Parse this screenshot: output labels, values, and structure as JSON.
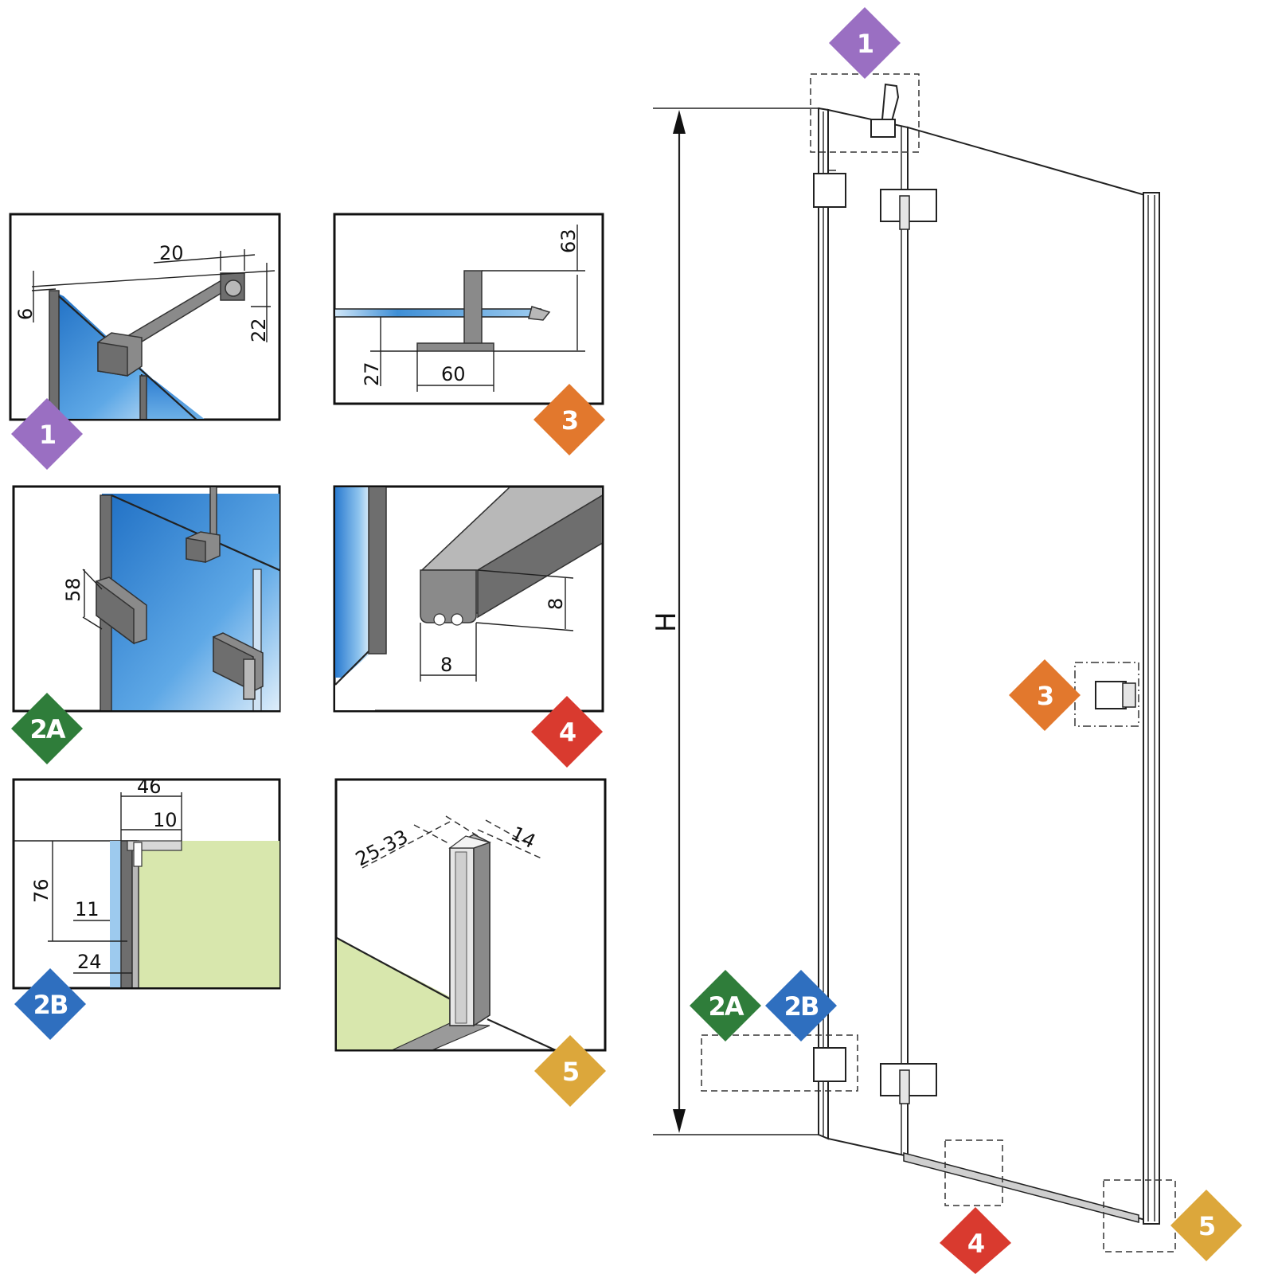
{
  "badges": {
    "b1": "1",
    "b2a": "2A",
    "b2b": "2B",
    "b3": "3",
    "b4": "4",
    "b5": "5"
  },
  "dimensions": {
    "d1_20": "20",
    "d1_6": "6",
    "d1_22": "22",
    "d3_63": "63",
    "d3_27": "27",
    "d3_60": "60",
    "d2a_58": "58",
    "d4_8h": "8",
    "d4_8w": "8",
    "d2b_46": "46",
    "d2b_10": "10",
    "d2b_76": "76",
    "d2b_11": "11",
    "d2b_24": "24",
    "d5_25_33": "25-33",
    "d5_14": "14",
    "height_H": "H"
  },
  "colors": {
    "purple": "#9a6fc2",
    "green": "#2f7d3a",
    "blue": "#2f6fbf",
    "orange": "#e2782d",
    "red": "#d93a2f",
    "gold": "#dca73b",
    "glass": "#3f8fd6",
    "wall": "#d8e7ad"
  }
}
